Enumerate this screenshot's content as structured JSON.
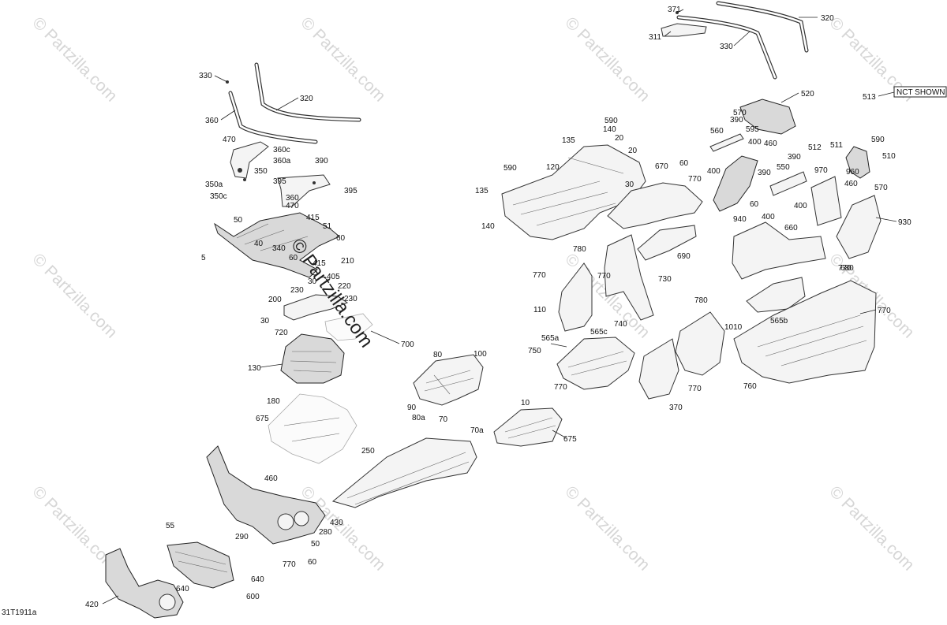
{
  "diagram": {
    "ref_code": "31T1911a",
    "not_shown_label": "NCT SHOWN",
    "not_shown_part": "513",
    "watermark_text": "© Partzilla.com",
    "brand_text": "© Partzilla.com",
    "callouts": [
      "371",
      "320",
      "311",
      "330",
      "513",
      "520",
      "570",
      "590",
      "140",
      "135",
      "20",
      "20",
      "390",
      "560",
      "595",
      "400",
      "460",
      "512",
      "511",
      "590",
      "510",
      "590",
      "120",
      "60",
      "400",
      "670",
      "390",
      "550",
      "390",
      "970",
      "460",
      "960",
      "135",
      "30",
      "770",
      "60",
      "400",
      "570",
      "140",
      "940",
      "400",
      "930",
      "780",
      "690",
      "660",
      "770",
      "730",
      "770",
      "770",
      "740",
      "110",
      "770",
      "680",
      "565b",
      "565a",
      "565c",
      "750",
      "780",
      "1010",
      "770",
      "770",
      "760",
      "370",
      "330",
      "320",
      "360",
      "470",
      "360c",
      "360a",
      "350",
      "390",
      "350a",
      "350c",
      "395",
      "360",
      "470",
      "395",
      "415",
      "50",
      "51",
      "40",
      "60",
      "340",
      "5",
      "60",
      "415",
      "210",
      "405",
      "30",
      "220",
      "200",
      "230",
      "230",
      "30",
      "720",
      "700",
      "130",
      "80",
      "100",
      "90",
      "80a",
      "70",
      "10",
      "70a",
      "675",
      "180",
      "675",
      "250",
      "460",
      "430",
      "280",
      "55",
      "290",
      "50",
      "770",
      "60",
      "640",
      "640",
      "600",
      "420"
    ]
  }
}
